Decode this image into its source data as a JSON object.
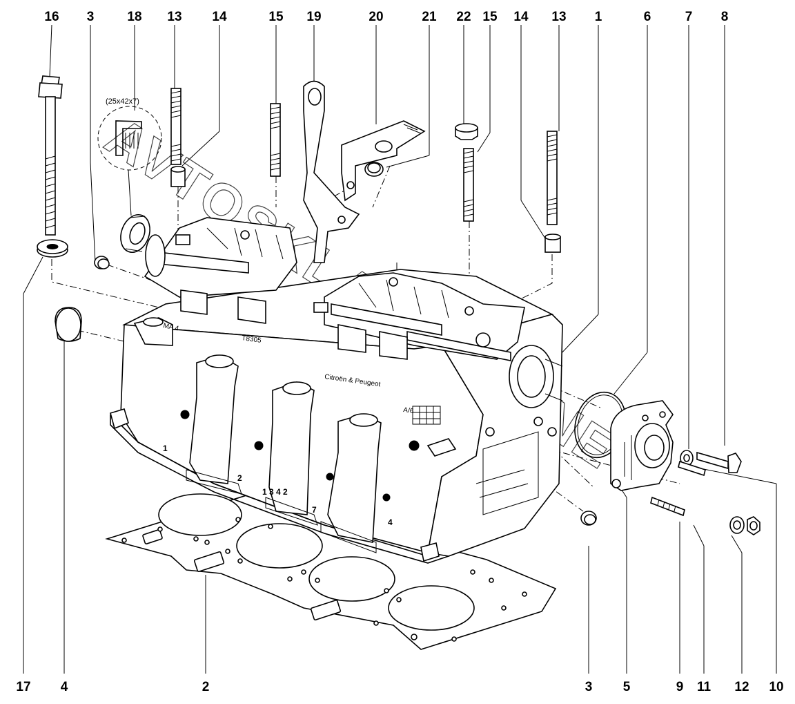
{
  "callouts_top": [
    {
      "id": "top-16",
      "label": "16"
    },
    {
      "id": "top-3",
      "label": "3"
    },
    {
      "id": "top-18",
      "label": "18"
    },
    {
      "id": "top-13a",
      "label": "13"
    },
    {
      "id": "top-14a",
      "label": "14"
    },
    {
      "id": "top-15a",
      "label": "15"
    },
    {
      "id": "top-19",
      "label": "19"
    },
    {
      "id": "top-20",
      "label": "20"
    },
    {
      "id": "top-21",
      "label": "21"
    },
    {
      "id": "top-22",
      "label": "22"
    },
    {
      "id": "top-15b",
      "label": "15"
    },
    {
      "id": "top-14b",
      "label": "14"
    },
    {
      "id": "top-13b",
      "label": "13"
    },
    {
      "id": "top-1",
      "label": "1"
    },
    {
      "id": "top-6",
      "label": "6"
    },
    {
      "id": "top-7",
      "label": "7"
    },
    {
      "id": "top-8",
      "label": "8"
    }
  ],
  "callouts_bottom": [
    {
      "id": "bot-17",
      "label": "17"
    },
    {
      "id": "bot-4",
      "label": "4"
    },
    {
      "id": "bot-2",
      "label": "2"
    },
    {
      "id": "bot-3",
      "label": "3"
    },
    {
      "id": "bot-5",
      "label": "5"
    },
    {
      "id": "bot-9",
      "label": "9"
    },
    {
      "id": "bot-11",
      "label": "11"
    },
    {
      "id": "bot-12",
      "label": "12"
    },
    {
      "id": "bot-10",
      "label": "10"
    }
  ],
  "seal_dimension": "(25x42x7)",
  "watermark_text": "AVTOSKLAD-ONLINE",
  "head_markings": {
    "code": "T8305",
    "foundry": "Citroën & Peugeot",
    "cyl_1": "1",
    "cyl_2": "2",
    "cyl_order": "1 3 4 2",
    "cyl_4": "4",
    "cyl_7": "7",
    "mark_a": "A/6",
    "mark_b": "MA 4"
  }
}
